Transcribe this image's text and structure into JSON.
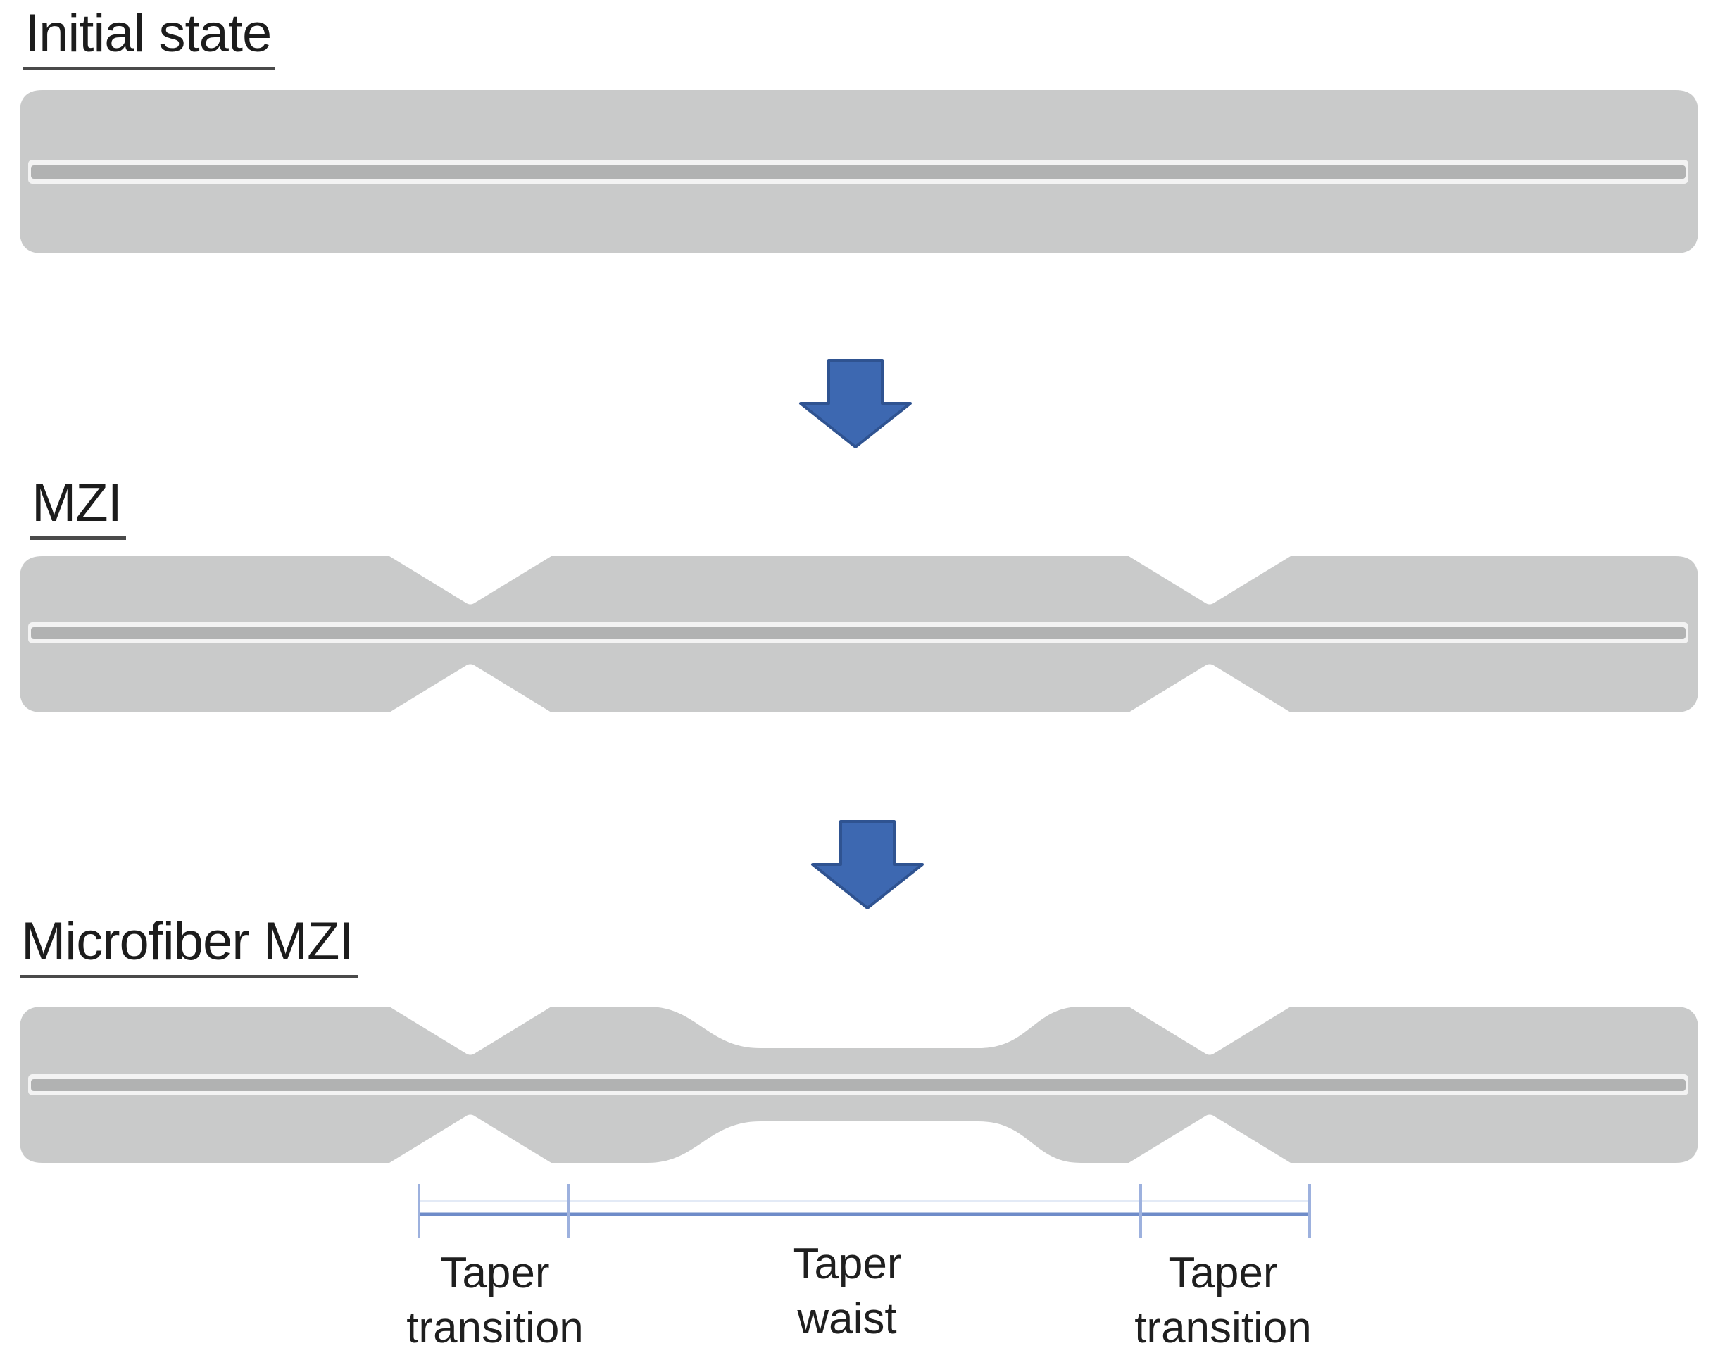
{
  "figure": {
    "type": "process-diagram",
    "description_terms": [
      "optical fiber",
      "taper",
      "interferometer"
    ],
    "titles": {
      "initial_state": "Initial state",
      "mzi": "MZI",
      "microfiber_mzi": "Microfiber MZI"
    },
    "labels": {
      "taper_transition_left": {
        "line1": "Taper",
        "line2": "transition"
      },
      "taper_waist": {
        "line1": "Taper",
        "line2": "waist"
      },
      "taper_transition_right": {
        "line1": "Taper",
        "line2": "transition"
      }
    },
    "icons": {
      "arrow_between_initial_and_mzi": "down-arrow-icon",
      "arrow_between_mzi_and_microfiber": "down-arrow-icon"
    }
  },
  "colors": {
    "background": "#ffffff",
    "fiber-gray": "#c9caca",
    "fiber-core-light": "#f3f3f3",
    "fiber-core-gray": "#b1b2b2",
    "arrow-blue": "#3d68b1",
    "arrow-blue-dark": "#2f5391",
    "dim-blue": "#6f8cc9",
    "dim-tick-blue": "#9db1de",
    "dim-faint-blue": "#e3eaf6",
    "title-text": "#1c1c1c",
    "title-underline": "#4a4a4a",
    "label-text": "#1f1f1f"
  }
}
